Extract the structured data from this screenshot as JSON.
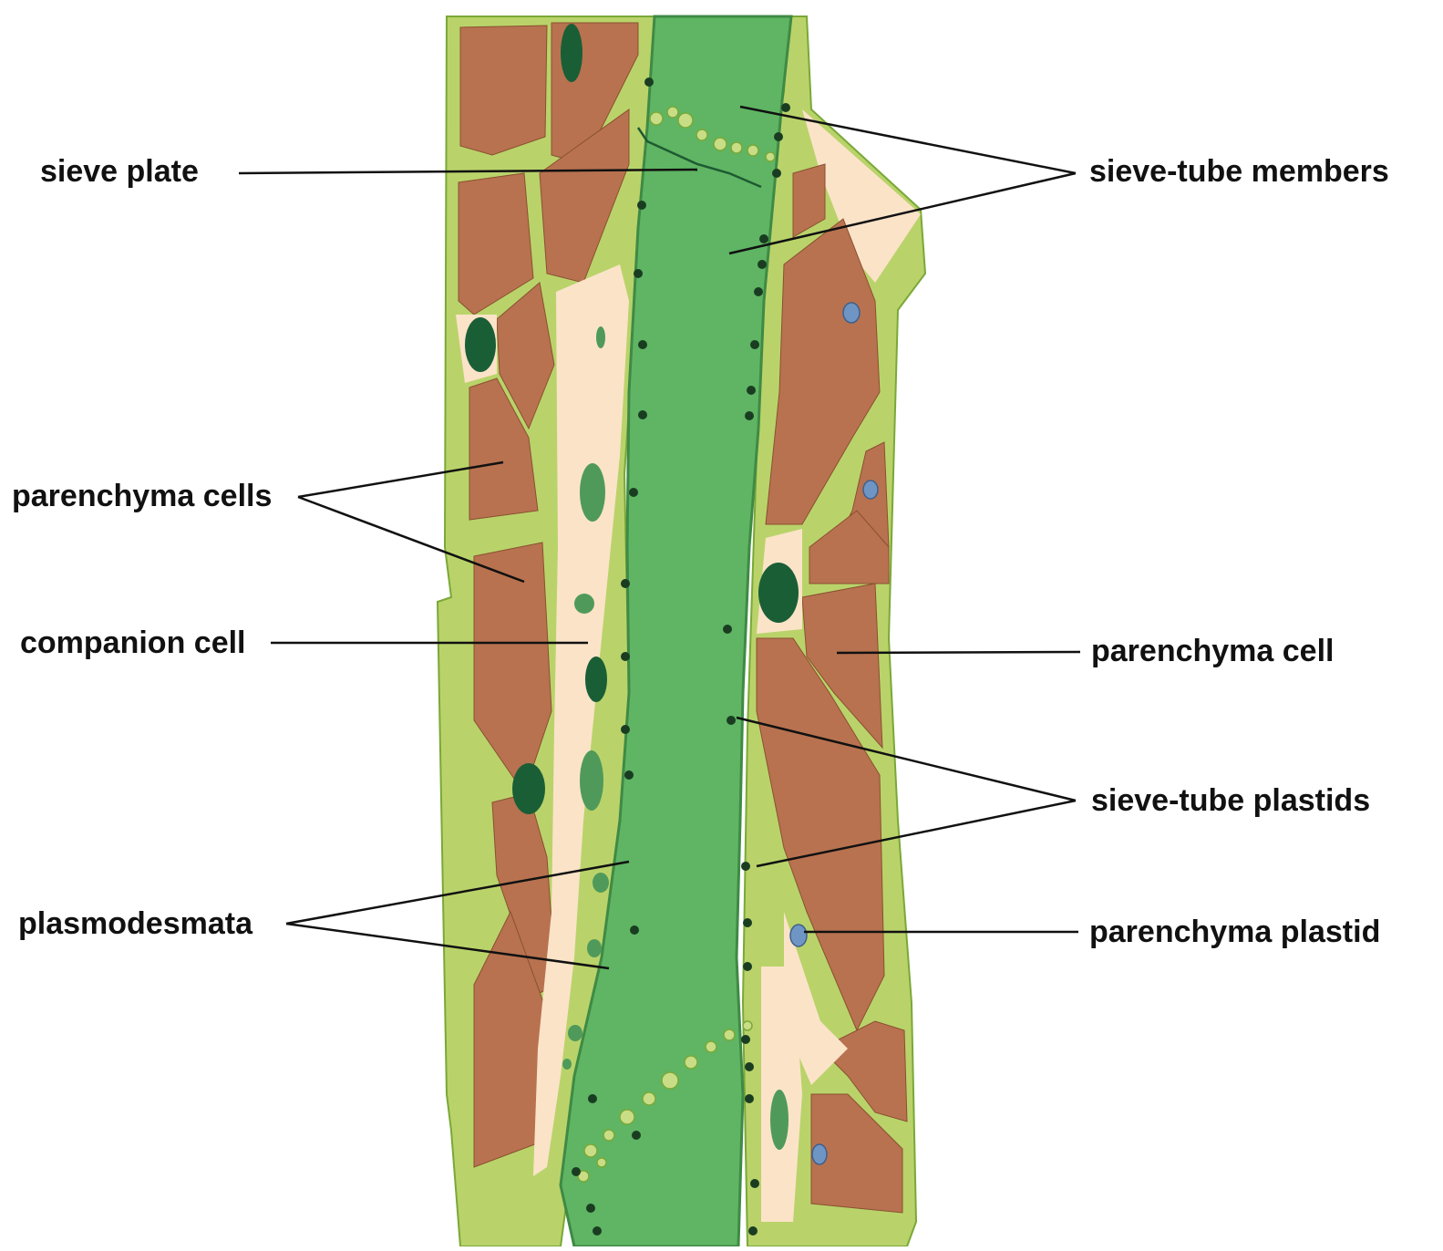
{
  "labels": {
    "sieve_plate": "sieve plate",
    "sieve_tube_members": "sieve-tube members",
    "parenchyma_cells": "parenchyma cells",
    "companion_cell": "companion cell",
    "parenchyma_cell": "parenchyma cell",
    "sieve_tube_plastids": "sieve-tube plastids",
    "plasmodesmata": "plasmodesmata",
    "parenchyma_plastid": "parenchyma plastid"
  },
  "colors": {
    "sieve_tube": "#5fb563",
    "cell_wall": "#b9d36a",
    "cell_wall_edge": "#7aa838",
    "parenchyma": "#b87250",
    "cytoplasm": "#fbe3c8",
    "nucleus_dark": "#1a5e36",
    "nucleus_mid": "#4f9a5a",
    "parenchyma_plastid": "#6f95c4",
    "label_line": "#111111"
  }
}
